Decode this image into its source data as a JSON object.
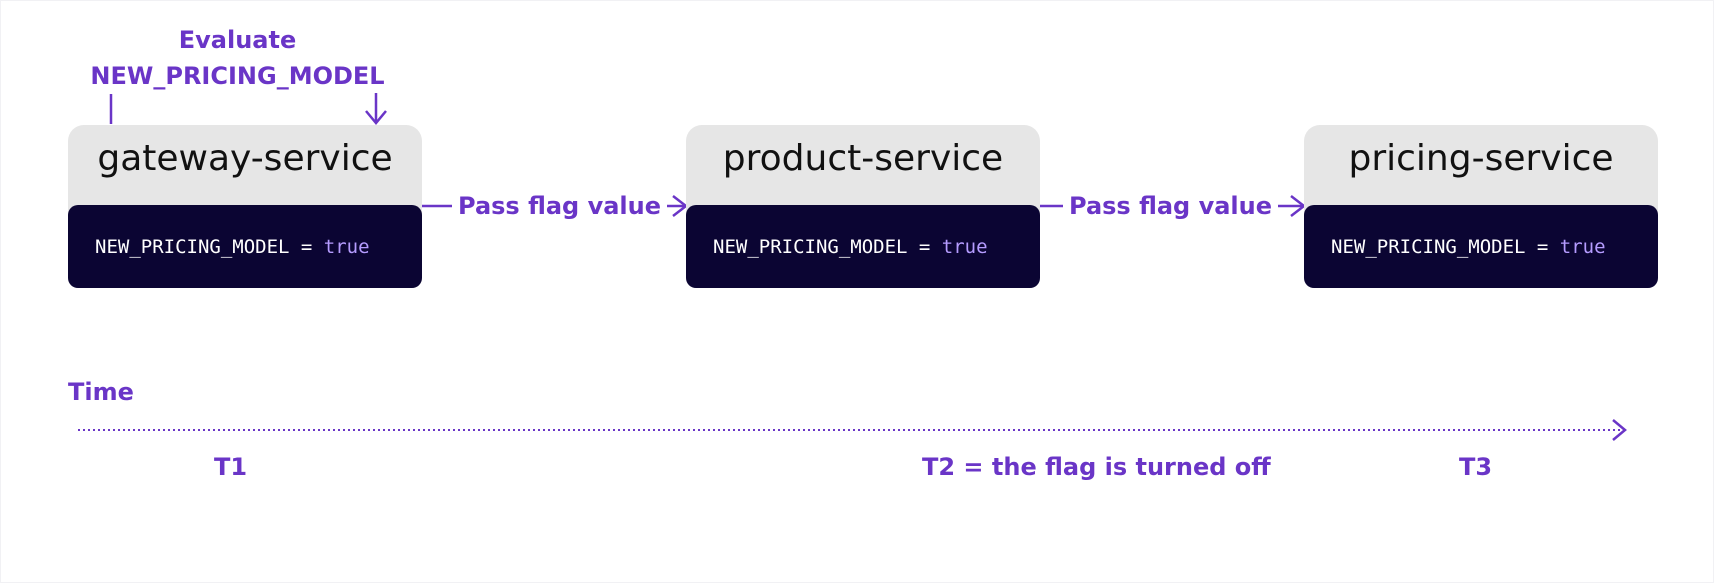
{
  "evaluate": {
    "line1": "Evaluate",
    "line2": "NEW_PRICING_MODEL"
  },
  "services": [
    {
      "name": "gateway-service",
      "flag_name": "NEW_PRICING_MODEL",
      "operator": " = ",
      "flag_value": "true"
    },
    {
      "name": "product-service",
      "flag_name": "NEW_PRICING_MODEL",
      "operator": " = ",
      "flag_value": "true"
    },
    {
      "name": "pricing-service",
      "flag_name": "NEW_PRICING_MODEL",
      "operator": " = ",
      "flag_value": "true"
    }
  ],
  "arrows": [
    {
      "label": "Pass flag value"
    },
    {
      "label": "Pass flag value"
    }
  ],
  "timeline": {
    "label": "Time",
    "ticks": [
      "T1",
      "T2 = the flag is turned off",
      "T3"
    ]
  },
  "colors": {
    "accent": "#6a35c7",
    "service_header": "#e6e6e6",
    "code_bg": "#0b0533",
    "code_value": "#b59cff"
  }
}
